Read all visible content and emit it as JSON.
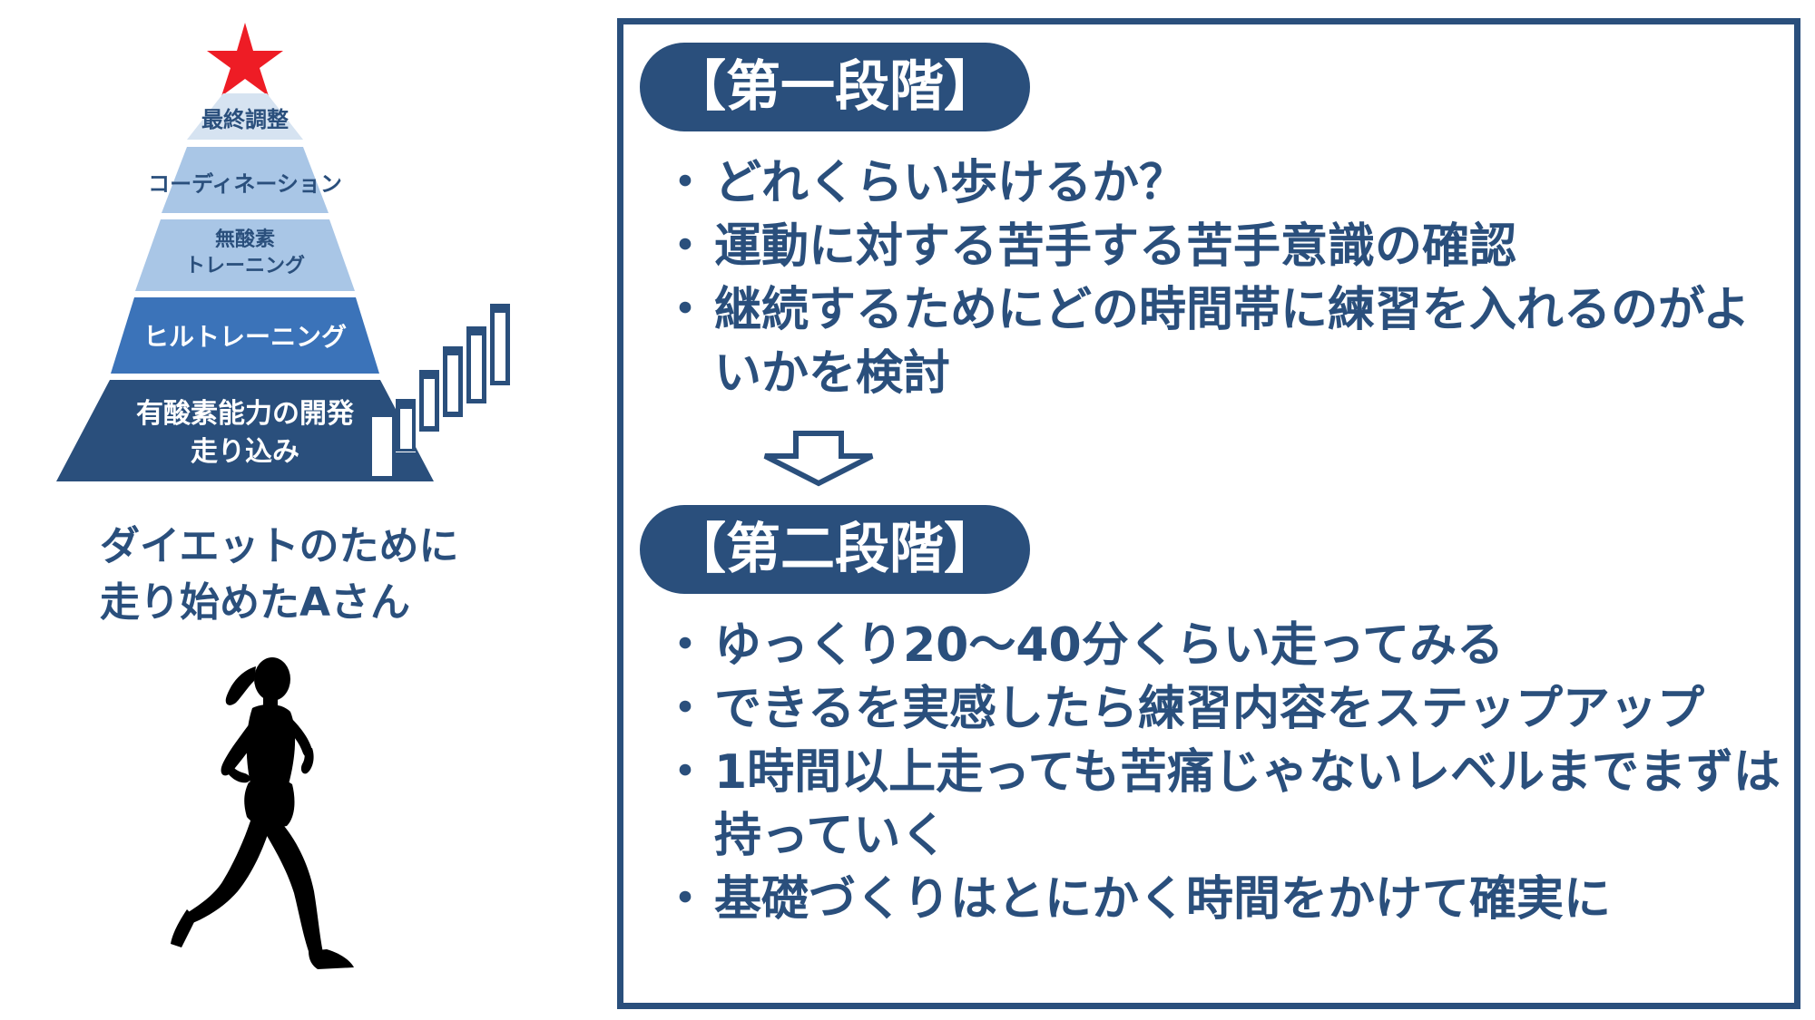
{
  "colors": {
    "navy": "#2a4f7c",
    "tier_light": "#d6e3f1",
    "tier_mid_light": "#a9c6e6",
    "tier_mid": "#3b73b9",
    "tier_dark": "#2a4f7c",
    "star": "#ee1c25"
  },
  "pyramid": {
    "tiers": [
      {
        "label": "最終調整"
      },
      {
        "label": "コーディネーション"
      },
      {
        "label": "無酸素\nトレーニング"
      },
      {
        "label": "ヒルトレーニング"
      },
      {
        "label": "有酸素能力の開発\n走り込み"
      }
    ],
    "top_icon": "star-icon",
    "stairs_icon": "staircase-icon"
  },
  "caption": {
    "line1": "ダイエットのために",
    "line2": "走り始めたAさん"
  },
  "runner_icon": "runner-silhouette-icon",
  "stage1": {
    "title": "【第一段階】",
    "bullets": [
      "どれくらい歩けるか？",
      "運動に対する苦手する苦手意識の確認",
      "継続するためにどの時間帯に練習を入れるのがよいかを検討"
    ]
  },
  "arrow_icon": "down-arrow-icon",
  "stage2": {
    "title": "【第二段階】",
    "bullets": [
      "ゆっくり20〜40分くらい走ってみる",
      "できるを実感したら練習内容をステップアップ",
      "1時間以上走っても苦痛じゃないレベルまでまずは持っていく",
      "基礎づくりはとにかく時間をかけて確実に"
    ]
  }
}
